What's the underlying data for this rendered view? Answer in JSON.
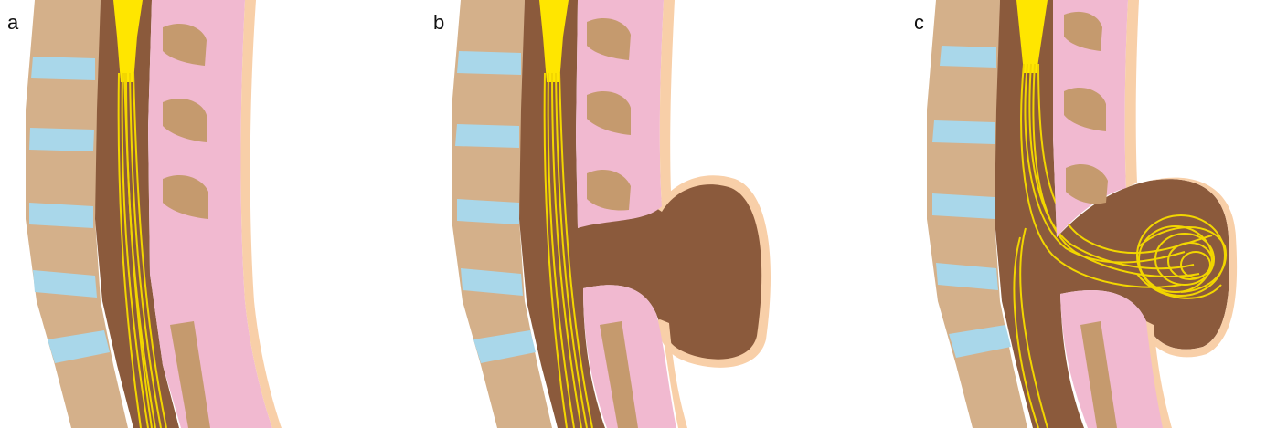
{
  "figure": {
    "panels": [
      {
        "id": "a",
        "label": "a"
      },
      {
        "id": "b",
        "label": "b"
      },
      {
        "id": "c",
        "label": "c"
      }
    ]
  },
  "colors": {
    "vertebra": "#d4b08a",
    "vertebra_hatch": "#bd9670",
    "disc": "#a9d7ea",
    "dura": "#8b5a3c",
    "cord": "#ffe600",
    "nerve": "#f2d600",
    "muscle": "#f1b9d0",
    "spinous_process": "#c59a6e",
    "skin": "#f8cfa8",
    "sac": "#8b5a3c"
  }
}
